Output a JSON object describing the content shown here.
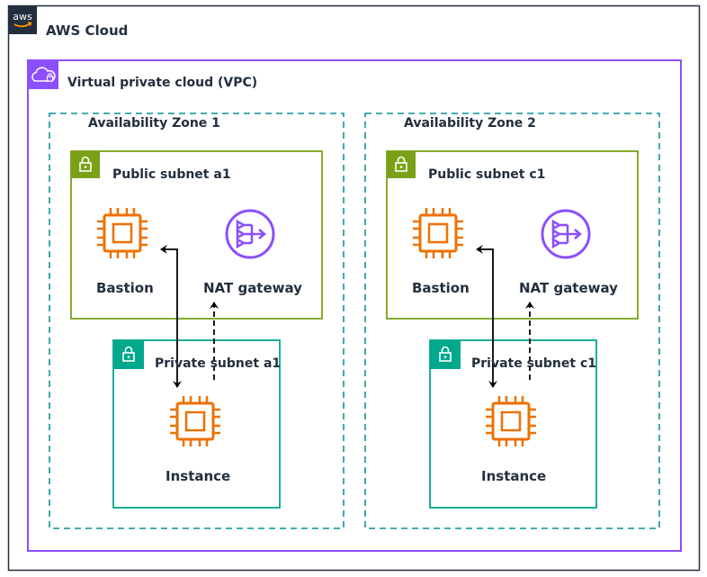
{
  "cloud": {
    "title": "AWS Cloud",
    "logo_text": "aws"
  },
  "vpc": {
    "title": "Virtual private cloud (VPC)"
  },
  "zones": [
    {
      "title": "Availability Zone 1",
      "public_subnet": {
        "title": "Public subnet a1",
        "bastion_label": "Bastion",
        "nat_label": "NAT gateway"
      },
      "private_subnet": {
        "title": "Private subnet a1",
        "instance_label": "Instance"
      }
    },
    {
      "title": "Availability Zone 2",
      "public_subnet": {
        "title": "Public subnet c1",
        "bastion_label": "Bastion",
        "nat_label": "NAT gateway"
      },
      "private_subnet": {
        "title": "Private subnet c1",
        "instance_label": "Instance"
      }
    }
  ],
  "colors": {
    "cloud_border": "#232f3e",
    "vpc_border": "#8c4fff",
    "zone_border": "#147eba",
    "public_subnet": "#7aa116",
    "private_subnet": "#01a88d",
    "compute": "#ed7100",
    "nat": "#8c4fff",
    "arrow": "#000000"
  },
  "icons": {
    "logo": "aws-logo-icon",
    "vpc": "vpc-icon",
    "public_lock": "lock-icon",
    "private_lock": "lock-icon",
    "ec2": "ec2-chip-icon",
    "nat": "nat-gateway-icon"
  }
}
